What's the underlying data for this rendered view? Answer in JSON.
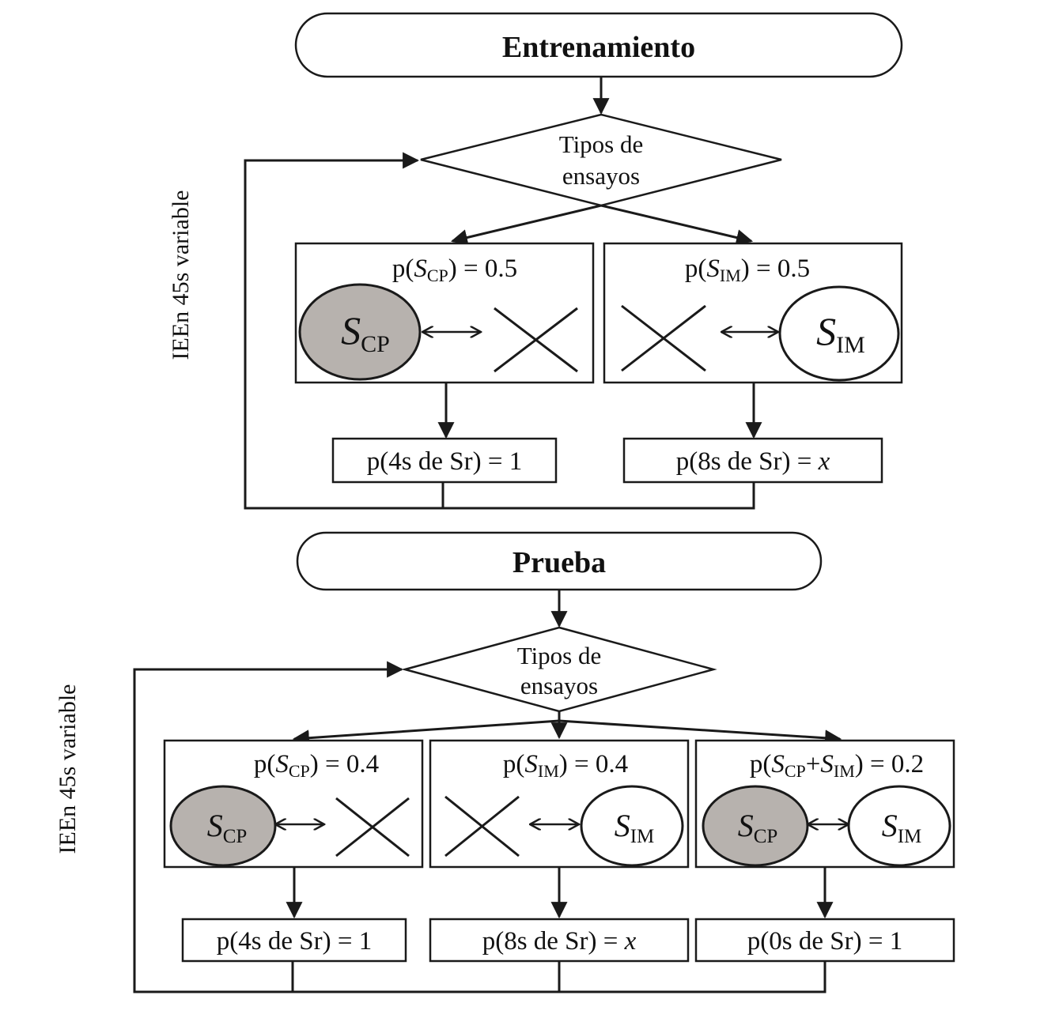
{
  "phases": {
    "training": {
      "title": "Entrenamiento",
      "decision": [
        "Tipos de",
        "ensayos"
      ],
      "side_label": "IEEn 45s variable",
      "trials": [
        {
          "prob_prefix": "p(",
          "stim": "S",
          "sub": "CP",
          "prob_suffix": ") = 0.5",
          "left": "S_CP",
          "right": "X",
          "outcome": "p(4s de Sr) = 1"
        },
        {
          "prob_prefix": "p(",
          "stim": "S",
          "sub": "IM",
          "prob_suffix": ") = 0.5",
          "left": "X",
          "right": "S_IM",
          "outcome_prefix": "p(8s de Sr) = ",
          "outcome_var": "x"
        }
      ]
    },
    "test": {
      "title": "Prueba",
      "decision": [
        "Tipos de",
        "ensayos"
      ],
      "side_label": "IEEn 45s variable",
      "trials": [
        {
          "prob": "p(S_CP) = 0.4",
          "outcome": "p(4s de Sr) = 1"
        },
        {
          "prob": "p(S_IM) = 0.4",
          "outcome_prefix": "p(8s de Sr) = ",
          "outcome_var": "x"
        },
        {
          "prob": "p(S_CP+S_IM) = 0.2",
          "outcome": "p(0s de Sr) = 1"
        }
      ]
    }
  },
  "symbols": {
    "S": "S",
    "CP": "CP",
    "IM": "IM",
    "p_open": "p(",
    "eq04": ") = 0.4",
    "eq05": ") = 0.5",
    "eq02": ") = 0.2",
    "plus": "+"
  },
  "colors": {
    "cp_fill": "#b7b2ae",
    "im_fill": "#ffffff",
    "line": "#1a1a1a"
  }
}
